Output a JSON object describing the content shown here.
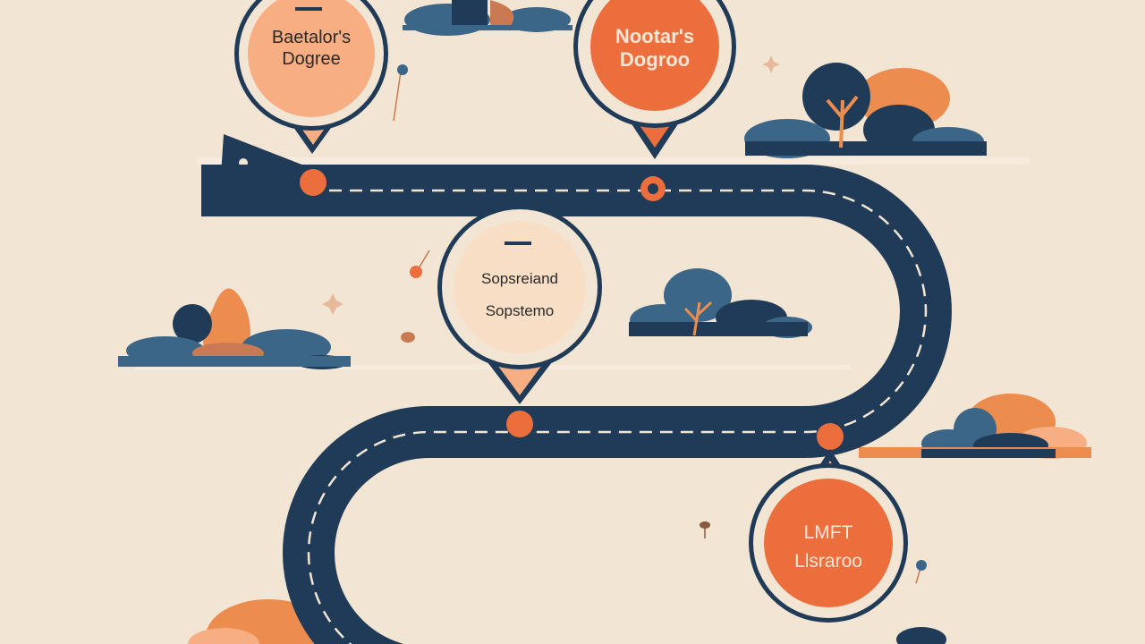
{
  "colors": {
    "background": "#f3e5d4",
    "road": "#1f3b57",
    "road_dash": "#f3e5d4",
    "accent_orange": "#ec6e3d",
    "light_orange": "#f6ae82",
    "peach": "#f9dec6",
    "cloud_blue": "#3b6688",
    "cloud_navy": "#1f3b57",
    "text": "#2a2a2a"
  },
  "milestones": [
    {
      "id": "bachelor",
      "line1": "Baetalor's",
      "line2": "Dogree"
    },
    {
      "id": "master",
      "line1": "Nootar's",
      "line2": "Dogroo"
    },
    {
      "id": "sophomore",
      "line1": "Sopsreiand",
      "line2": "Sopstemo"
    },
    {
      "id": "lmft",
      "line1": "LMFT",
      "line2": "Llsraroo"
    }
  ]
}
